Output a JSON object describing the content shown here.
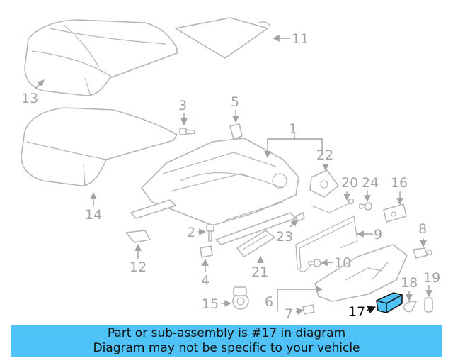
{
  "diagram": {
    "highlight_color": "#4fc3f7",
    "label_color": "#a3a3a3",
    "labels": [
      {
        "key": "n1",
        "text": "1"
      },
      {
        "key": "n2",
        "text": "2"
      },
      {
        "key": "n3",
        "text": "3"
      },
      {
        "key": "n4",
        "text": "4"
      },
      {
        "key": "n5",
        "text": "5"
      },
      {
        "key": "n6",
        "text": "6"
      },
      {
        "key": "n7",
        "text": "7"
      },
      {
        "key": "n8",
        "text": "8"
      },
      {
        "key": "n9",
        "text": "9"
      },
      {
        "key": "n10",
        "text": "10"
      },
      {
        "key": "n11",
        "text": "11"
      },
      {
        "key": "n12",
        "text": "12"
      },
      {
        "key": "n13",
        "text": "13"
      },
      {
        "key": "n14",
        "text": "14"
      },
      {
        "key": "n15",
        "text": "15"
      },
      {
        "key": "n16",
        "text": "16"
      },
      {
        "key": "n17",
        "text": "17"
      },
      {
        "key": "n18",
        "text": "18"
      },
      {
        "key": "n19",
        "text": "19"
      },
      {
        "key": "n20",
        "text": "20"
      },
      {
        "key": "n21",
        "text": "21"
      },
      {
        "key": "n22",
        "text": "22"
      },
      {
        "key": "n23",
        "text": "23"
      },
      {
        "key": "n24",
        "text": "24"
      }
    ],
    "highlighted_part": "17"
  },
  "banner": {
    "line1": "Part or sub-assembly is #17 in diagram",
    "line2": "Diagram may not be specific to your vehicle",
    "color": "#4fc3f7"
  }
}
